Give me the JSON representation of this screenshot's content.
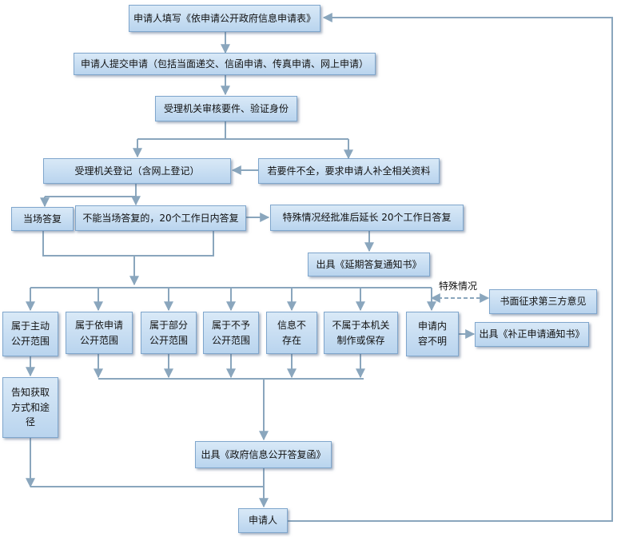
{
  "colors": {
    "line": "#8aa6bd",
    "box_top": "#d9e9f7",
    "box_bottom": "#b9d4ee",
    "box_border": "#7fa6cc"
  },
  "nodes": {
    "fill_form": "申请人填写《依申请公开政府信息申请表》",
    "submit": "申请人提交申请（包括当面递交、信函申请、传真申请、网上申请）",
    "review": "受理机关审核要件、验证身份",
    "register": "受理机关登记（含网上登记）",
    "incomplete": "若要件不全，要求申请人补全相关资料",
    "reply_onsite": "当场答复",
    "reply_20days": "不能当场答复的，20个工作日内答复",
    "extend": "特殊情况经批准后延长 20个工作日答复",
    "extend_notice": "出具《延期答复通知书》",
    "third_party": "书面征求第三方意见",
    "special_case": "特殊情况",
    "cat_active": "属于主动\n公开范围",
    "cat_request": "属于依申请\n公开范围",
    "cat_partial": "属于部分\n公开范围",
    "cat_denied": "属于不予\n公开范围",
    "cat_nonexist": "信息不\n存在",
    "cat_notours": "不属于本机关\n制作或保存",
    "cat_unclear": "申请内\n容不明",
    "supplement_notice": "出具《补正申请通知书》",
    "inform_method": "告知获取\n方式和途\n径",
    "reply_letter": "出具《政府信息公开答复函》",
    "applicant": "申请人"
  }
}
